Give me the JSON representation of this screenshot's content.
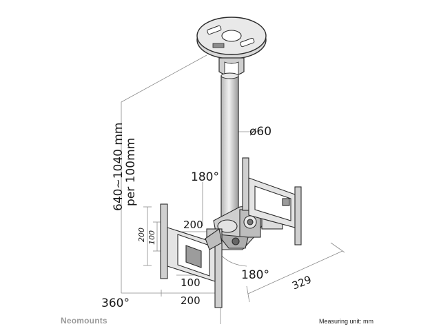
{
  "brand": "Neomounts",
  "measuring_unit": "Measuring unit: mm",
  "dimensions": {
    "height_range": "640~1040 mm",
    "height_step": "per 100mm",
    "pole_diameter": "ø60",
    "swivel_top": "180°",
    "swivel_bottom": "180°",
    "rotation": "360°",
    "depth": "329",
    "arm_width": "200",
    "vesa_inner_h": "100",
    "vesa_outer_h": "200",
    "vesa_inner_v": "100",
    "vesa_outer_v": "200"
  },
  "colors": {
    "line": "#2b2b2b",
    "metal": "#d6d6d6",
    "shade": "#9c9c9c",
    "dimline": "#8a8a8a",
    "brand": "#9a9a9a"
  }
}
